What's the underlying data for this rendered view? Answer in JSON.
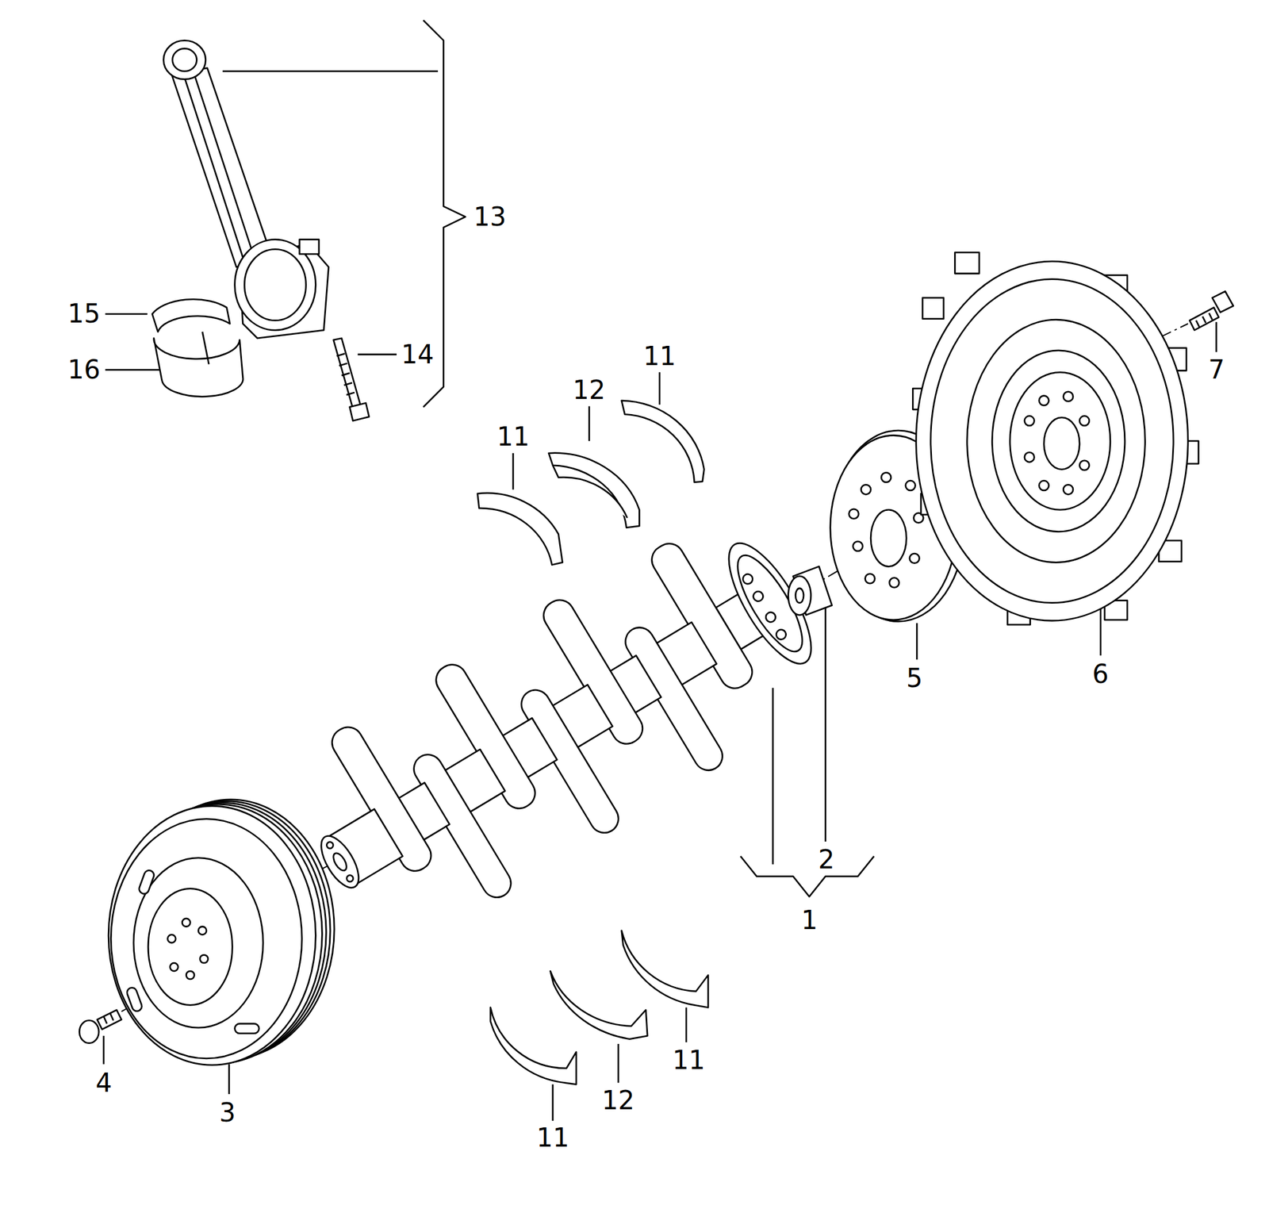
{
  "diagram": {
    "labels": [
      "13",
      "15",
      "16",
      "14",
      "11",
      "12",
      "11",
      "7",
      "5",
      "6",
      "2",
      "1",
      "11",
      "12",
      "11",
      "4",
      "3"
    ]
  }
}
